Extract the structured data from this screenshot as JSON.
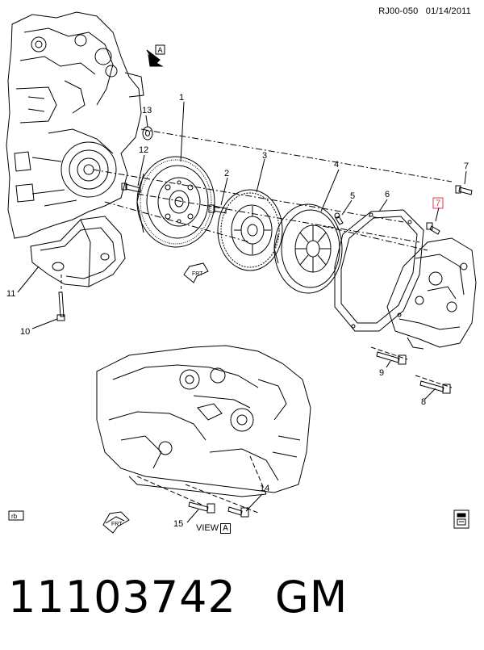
{
  "header": {
    "code": "RJ00-050",
    "date": "01/14/2011"
  },
  "callouts": [
    {
      "id": "1",
      "text": "1"
    },
    {
      "id": "2",
      "text": "2"
    },
    {
      "id": "3",
      "text": "3"
    },
    {
      "id": "4",
      "text": "4"
    },
    {
      "id": "5",
      "text": "5"
    },
    {
      "id": "6",
      "text": "6"
    },
    {
      "id": "7a",
      "text": "7"
    },
    {
      "id": "7b",
      "text": "7"
    },
    {
      "id": "8",
      "text": "8"
    },
    {
      "id": "9",
      "text": "9"
    },
    {
      "id": "10",
      "text": "10"
    },
    {
      "id": "11",
      "text": "11"
    },
    {
      "id": "12",
      "text": "12"
    },
    {
      "id": "13",
      "text": "13"
    },
    {
      "id": "14",
      "text": "14"
    },
    {
      "id": "15",
      "text": "15"
    }
  ],
  "view_arrow_letter": "A",
  "view_label": {
    "text": "VIEW",
    "letter": "A"
  },
  "fwd_text": "FRT",
  "rb_tag": "rb",
  "part_number": "11103742",
  "manufacturer": "GM",
  "colors": {
    "highlight": "#e8334a",
    "ink": "#000000"
  }
}
